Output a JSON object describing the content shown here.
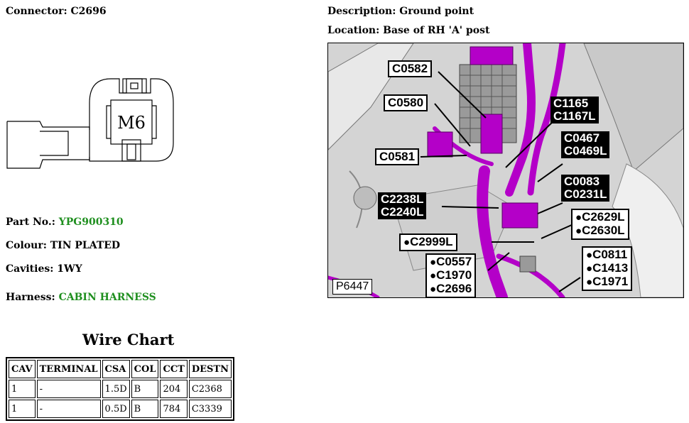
{
  "header": {
    "connector_label": "Connector:",
    "connector_value": "C2696",
    "description_label": "Description:",
    "description_value": "Ground point",
    "location_label": "Location:",
    "location_value": "Base of RH 'A' post"
  },
  "drawing": {
    "text": "M6"
  },
  "details": {
    "part_no_label": "Part No.:",
    "part_no_value": "YPG900310",
    "colour_label": "Colour:",
    "colour_value": "TIN PLATED",
    "cavities_label": "Cavities:",
    "cavities_value": "1WY",
    "harness_label": "Harness:",
    "harness_value": "CABIN HARNESS"
  },
  "wire_chart": {
    "title": "Wire Chart",
    "headers": [
      "CAV",
      "TERMINAL",
      "CSA",
      "COL",
      "CCT",
      "DESTN"
    ],
    "rows": [
      [
        "1",
        "-",
        "1.5D",
        "B",
        "204",
        "C2368"
      ],
      [
        "1",
        "-",
        "0.5D",
        "B",
        "784",
        "C3339"
      ]
    ]
  },
  "photo": {
    "reference": "P6447",
    "callouts": {
      "c0582": "C0582",
      "c0580": "C0580",
      "c0581": "C0581",
      "c1165": "C1165",
      "c1167l": "C1167L",
      "c0467": "C0467",
      "c0469l": "C0469L",
      "c0083": "C0083",
      "c0231l": "C0231L",
      "c2238l": "C2238L",
      "c2240l": "C2240L",
      "c2629l": "C2629L",
      "c2630l": "C2630L",
      "c2999l": "C2999L",
      "c0557": "C0557",
      "c1970": "C1970",
      "c2696": "C2696",
      "c0811": "C0811",
      "c1413": "C1413",
      "c1971": "C1971"
    },
    "colors": {
      "harness": "#b400c8",
      "background": "#d9d9d9"
    }
  }
}
